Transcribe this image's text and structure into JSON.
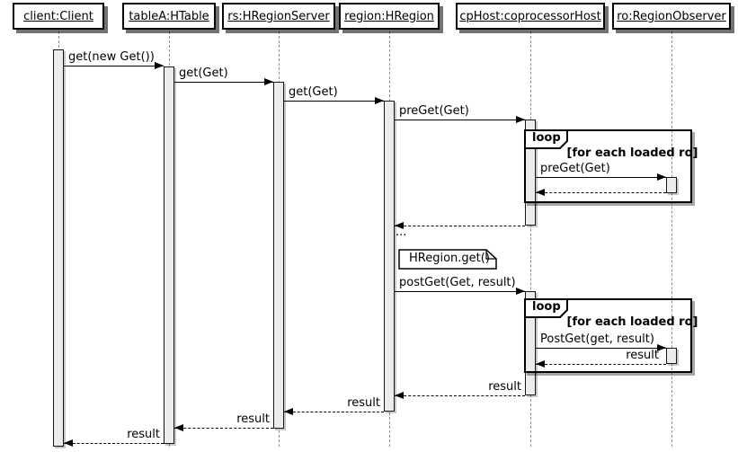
{
  "participants": [
    {
      "label": "client:Client"
    },
    {
      "label": "tableA:HTable"
    },
    {
      "label": "rs:HRegionServer"
    },
    {
      "label": "region:HRegion"
    },
    {
      "label": "cpHost:coprocessorHost"
    },
    {
      "label": "ro:RegionObserver"
    }
  ],
  "messages": [
    {
      "from": "client",
      "to": "tableA",
      "kind": "call",
      "label": "get(new Get())"
    },
    {
      "from": "tableA",
      "to": "rs",
      "kind": "call",
      "label": "get(Get)"
    },
    {
      "from": "rs",
      "to": "region",
      "kind": "call",
      "label": "get(Get)"
    },
    {
      "from": "region",
      "to": "cpHost",
      "kind": "call",
      "label": "preGet(Get)"
    },
    {
      "from": "cpHost",
      "to": "ro",
      "kind": "call",
      "label": "preGet(Get)"
    },
    {
      "from": "ro",
      "to": "cpHost",
      "kind": "return",
      "label": ""
    },
    {
      "from": "cpHost",
      "to": "region",
      "kind": "return",
      "label": ""
    },
    {
      "from": "region",
      "to": "cpHost",
      "kind": "call",
      "label": "postGet(Get, result)"
    },
    {
      "from": "cpHost",
      "to": "ro",
      "kind": "call",
      "label": "PostGet(get, result)"
    },
    {
      "from": "ro",
      "to": "cpHost",
      "kind": "return",
      "label": "result"
    },
    {
      "from": "cpHost",
      "to": "region",
      "kind": "return",
      "label": "result"
    },
    {
      "from": "region",
      "to": "rs",
      "kind": "return",
      "label": "result"
    },
    {
      "from": "rs",
      "to": "tableA",
      "kind": "return",
      "label": "result"
    },
    {
      "from": "tableA",
      "to": "client",
      "kind": "return",
      "label": "result"
    }
  ],
  "fragments": [
    {
      "operator": "loop",
      "guard": "[for each loaded ro]"
    },
    {
      "operator": "loop",
      "guard": "[for each loaded ro]"
    }
  ],
  "note": {
    "text": "HRegion.get()"
  },
  "ellipsis": "...",
  "colors": {
    "background": "#FFFFFF",
    "activation_fill": "#ECECEC",
    "line": "#000000",
    "lifeline": "#8F8F8F",
    "shadow": "#A0A0A0"
  }
}
